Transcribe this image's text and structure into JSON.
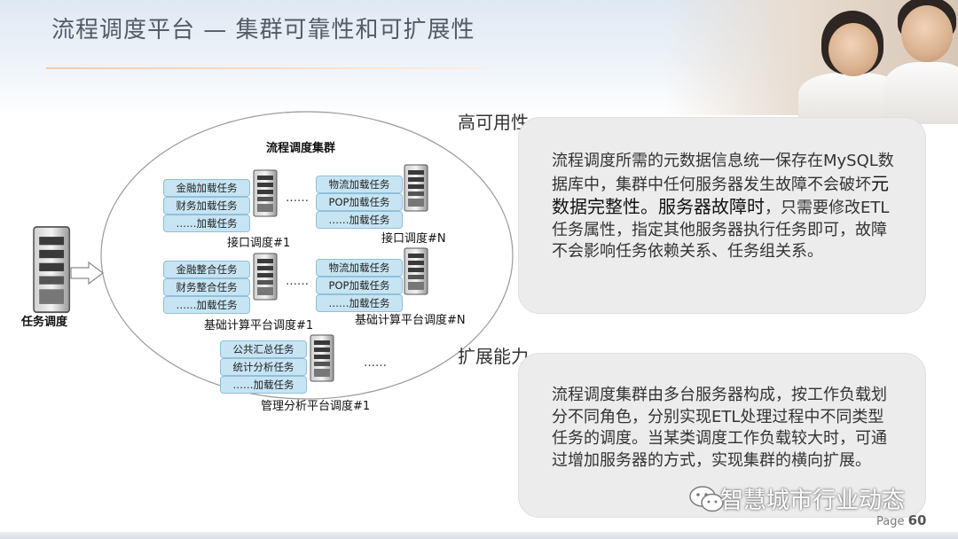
{
  "slide": {
    "title": "流程调度平台 — 集群可靠性和可扩展性",
    "page_prefix": "Page",
    "page_number": "60",
    "watermark": "智慧城市行业动态"
  },
  "sections": {
    "availability": {
      "label": "高可用性",
      "text_parts": [
        "流程调度所需的元数据信息统一保存在MySQL数据库中，集群中任何服务器发生故障不会破坏",
        "元数据完整性。服务器故障时",
        "，只需要修改ETL任务属性，指定其他服务器执行任务即可，故障不会影响任务依赖关系、任务组关系。"
      ]
    },
    "scalability": {
      "label": "扩展能力",
      "text": "流程调度集群由多台服务器构成，按工作负载划分不同角色，分别实现ETL处理过程中不同类型任务的调度。当某类调度工作负载较大时，可通过增加服务器的方式，实现集群的横向扩展。"
    }
  },
  "diagram": {
    "cluster_title": "流程调度集群",
    "scheduler_label": "任务调度",
    "ellipsis": "……",
    "groups": [
      {
        "label": "接口调度#1",
        "tasks": [
          "金融加载任务",
          "财务加载任务",
          "……加载任务"
        ]
      },
      {
        "label": "接口调度#N",
        "tasks": [
          "物流加载任务",
          "POP加载任务",
          "……加载任务"
        ]
      },
      {
        "label": "基础计算平台调度#1",
        "tasks": [
          "金融整合任务",
          "财务整合任务",
          "……加载任务"
        ]
      },
      {
        "label": "基础计算平台调度#N",
        "tasks": [
          "物流加载任务",
          "POP加载任务",
          "……加载任务"
        ]
      },
      {
        "label": "管理分析平台调度#1",
        "tasks": [
          "公共汇总任务",
          "统计分析任务",
          "……加载任务"
        ]
      }
    ]
  },
  "colors": {
    "pill_fill": "#c7e4f3",
    "pill_border": "#8fc0dc",
    "panel_fill": "#ececec",
    "title_color": "#555b66"
  }
}
